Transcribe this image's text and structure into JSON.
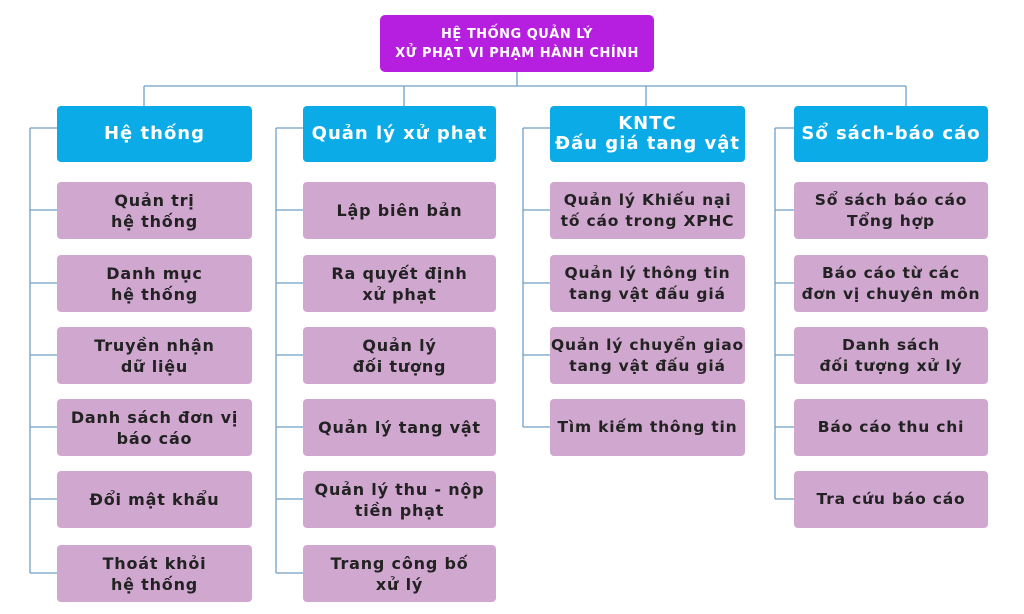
{
  "root": {
    "line1": "HỆ THỐNG QUẢN LÝ",
    "line2": "XỬ PHẠT VI PHẠM HÀNH CHÍNH"
  },
  "columns": [
    {
      "header": [
        "Hệ thống"
      ],
      "items": [
        [
          "Quản trị",
          "hệ thống"
        ],
        [
          "Danh mục",
          "hệ thống"
        ],
        [
          "Truyền nhận",
          "dữ liệu"
        ],
        [
          "Danh sách đơn vị",
          "báo cáo"
        ],
        [
          "Đổi mật khẩu"
        ],
        [
          "Thoát khỏi",
          "hệ thống"
        ]
      ]
    },
    {
      "header": [
        "Quản lý xử phạt"
      ],
      "items": [
        [
          "Lập biên bản"
        ],
        [
          "Ra quyết định",
          "xử phạt"
        ],
        [
          "Quản lý",
          "đối tượng"
        ],
        [
          "Quản lý tang vật"
        ],
        [
          "Quản lý thu - nộp",
          "tiền phạt"
        ],
        [
          "Trang công bố",
          "xử lý"
        ]
      ]
    },
    {
      "header": [
        "KNTC",
        "Đấu giá tang vật"
      ],
      "items": [
        [
          "Quản lý Khiếu nại",
          "tố cáo trong XPHC"
        ],
        [
          "Quản lý thông tin",
          "tang vật đấu giá"
        ],
        [
          "Quản lý chuyển giao",
          "tang vật đấu giá"
        ],
        [
          "Tìm kiếm thông tin"
        ]
      ]
    },
    {
      "header": [
        "Sổ sách-báo cáo"
      ],
      "items": [
        [
          "Sổ sách báo cáo",
          "Tổng hợp"
        ],
        [
          "Báo cáo từ các",
          "đơn vị chuyên môn"
        ],
        [
          "Danh sách",
          "đối tượng xử lý"
        ],
        [
          "Báo cáo thu chi"
        ],
        [
          "Tra cứu báo cáo"
        ]
      ]
    }
  ],
  "colors": {
    "root": "#b71fe0",
    "header": "#0aabe6",
    "item": "#cfa7cf",
    "connector": "#6fa0c8"
  }
}
